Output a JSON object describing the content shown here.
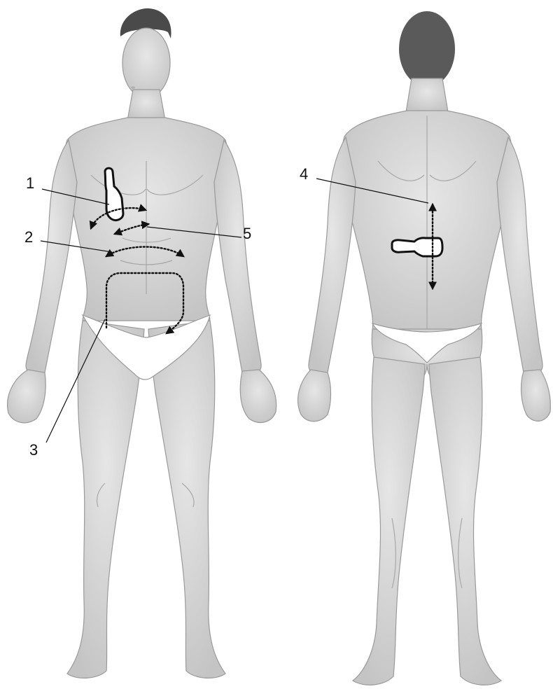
{
  "callouts": [
    "1",
    "2",
    "3",
    "4",
    "5"
  ],
  "figures": {
    "front": {
      "icon": "anterior-body-figure"
    },
    "back": {
      "icon": "posterior-body-figure"
    }
  },
  "colors": {
    "skin": "#d9d9d9",
    "shade": "#bdbdbd",
    "hair": "#4a4a4a",
    "ink": "#111111",
    "probe": "#ffffff"
  }
}
